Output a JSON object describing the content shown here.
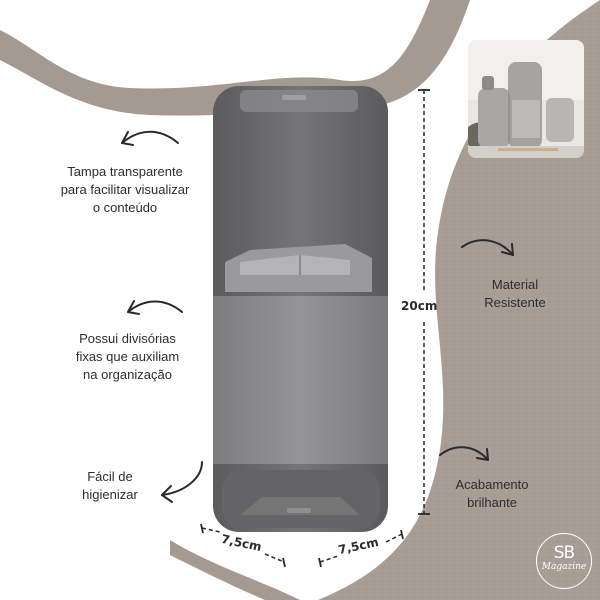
{
  "annotations": {
    "lid": [
      "Tampa transparente",
      "para facilitar visualizar",
      "o conteúdo"
    ],
    "dividers": [
      "Possui divisórias",
      "fixas que auxiliam",
      "na organização"
    ],
    "cleaning": [
      "Fácil de",
      "higienizar"
    ],
    "material": [
      "Material",
      "Resistente"
    ],
    "finish": [
      "Acabamento",
      "brilhante"
    ]
  },
  "dimensions": {
    "height": "20cm",
    "width_left": "7,5cm",
    "width_right": "7,5cm"
  },
  "logo": {
    "initials": "SB",
    "name": "Magazine"
  },
  "colors": {
    "background_shape": "#a89d95",
    "wave_band": "#a49a92",
    "product_body": "#6e6e70",
    "product_band": "#8c8c8e",
    "text": "#2e2e2e"
  },
  "icons": [
    "curved-arrow-icon",
    "dashed-dimension-line"
  ]
}
